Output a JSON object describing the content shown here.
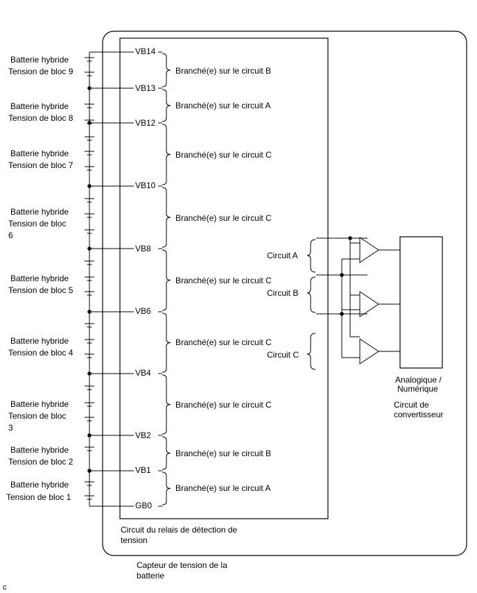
{
  "blocks": [
    {
      "line1": "Batterie hybride",
      "line2": "Tension de bloc 9"
    },
    {
      "line1": "Batterie hybride",
      "line2": "Tension de bloc 8"
    },
    {
      "line1": "Batterie hybride",
      "line2": "Tension de bloc 7"
    },
    {
      "line1": "Batterie hybride",
      "line2": "Tension de bloc",
      "line3": "6"
    },
    {
      "line1": "Batterie hybride",
      "line2": "Tension de bloc 5"
    },
    {
      "line1": "Batterie hybride",
      "line2": "Tension de bloc 4"
    },
    {
      "line1": "Batterie hybride",
      "line2": "Tension de bloc",
      "line3": "3"
    },
    {
      "line1": "Batterie hybride",
      "line2": "Tension de bloc 2"
    },
    {
      "line1": "Batterie hybride",
      "line2": "Tension de bloc 1"
    }
  ],
  "terminals": [
    "VB14",
    "VB13",
    "VB12",
    "VB10",
    "VB8",
    "VB6",
    "VB4",
    "VB2",
    "VB1",
    "GB0"
  ],
  "connections": [
    "Branché(e) sur le circuit B",
    "Branché(e) sur le circuit A",
    "Branché(e) sur le circuit C",
    "Branché(e) sur le circuit C",
    "Branché(e) sur le circuit C",
    "Branché(e) sur le circuit C",
    "Branché(e) sur le circuit C",
    "Branché(e) sur le circuit B",
    "Branché(e) sur le circuit A"
  ],
  "circuits": [
    "Circuit A",
    "Circuit B",
    "Circuit C"
  ],
  "converter": {
    "label1": "Analogique /",
    "label2": "Numérique",
    "sub1": "Circuit de",
    "sub2": "convertisseur"
  },
  "relay_circuit_label": "Circuit du relais de détection de tension",
  "sensor_label": "Capteur de tension de la batterie",
  "corner_mark": "c"
}
